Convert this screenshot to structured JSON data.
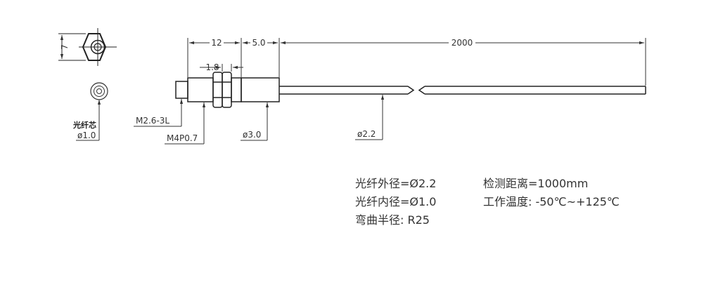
{
  "dimensions": {
    "hex_height": "7",
    "body_length": "12",
    "tail_length": "5.0",
    "cable_length": "2000",
    "nut_thickness": "1.8",
    "tip_thread": "M2.6-3L",
    "core": "光纤芯",
    "core_diameter": "ø1.0",
    "body_thread": "M4P0.7",
    "tail_diameter": "ø3.0",
    "cable_diameter": "ø2.2"
  },
  "specs": {
    "outer_diameter": "光纤外径=Ø2.2",
    "inner_diameter": "光纤内径=Ø1.0",
    "bend_radius": "弯曲半径:  R25",
    "detect_distance": "检测距离=1000mm",
    "operating_temp": "工作温度:  -50℃~+125℃"
  }
}
